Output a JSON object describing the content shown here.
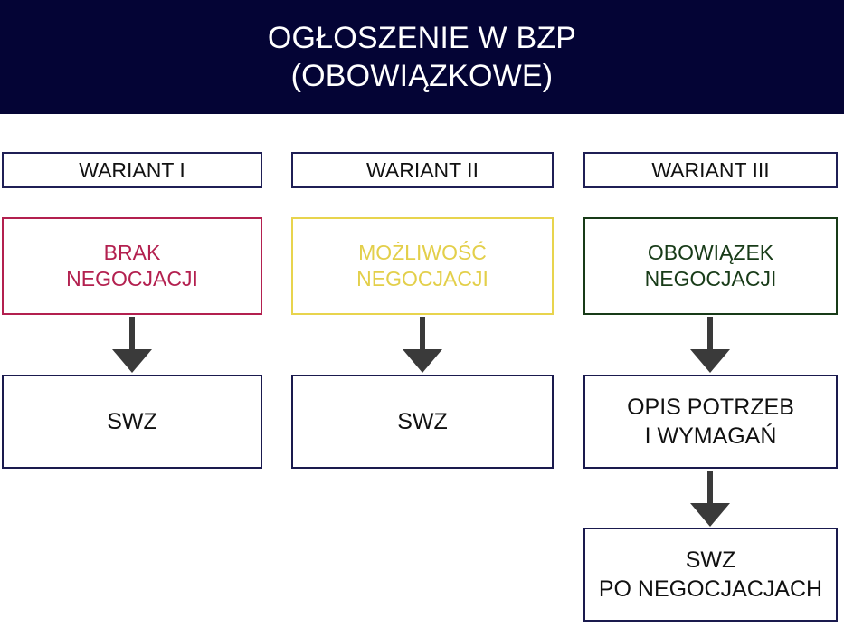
{
  "banner": {
    "line1": "OGŁOSZENIE W BZP",
    "line2": "(OBOWIĄZKOWE)"
  },
  "colors": {
    "banner_bg": "#040435",
    "banner_text": "#ffffff",
    "navy_border": "#1a1a4e",
    "crimson": "#b3204f",
    "yellow": "#e8d44d",
    "dark_green": "#183b18",
    "arrow": "#3a3a3a",
    "page_bg": "#ffffff"
  },
  "columns": [
    {
      "id": "wariant-1",
      "header": "WARIANT I",
      "concept": {
        "line1": "BRAK",
        "line2": "NEGOCJACJI",
        "color": "#b3204f"
      },
      "outcomes": [
        {
          "line1": "SWZ",
          "line2": ""
        }
      ]
    },
    {
      "id": "wariant-2",
      "header": "WARIANT II",
      "concept": {
        "line1": "MOŻLIWOŚĆ",
        "line2": "NEGOCJACJI",
        "color": "#e8d44d"
      },
      "outcomes": [
        {
          "line1": "SWZ",
          "line2": ""
        }
      ]
    },
    {
      "id": "wariant-3",
      "header": "WARIANT III",
      "concept": {
        "line1": "OBOWIĄZEK",
        "line2": "NEGOCJACJI",
        "color": "#183b18"
      },
      "outcomes": [
        {
          "line1": "OPIS POTRZEB",
          "line2": "I WYMAGAŃ"
        },
        {
          "line1": "SWZ",
          "line2": "PO NEGOCJACJACH"
        }
      ]
    }
  ]
}
